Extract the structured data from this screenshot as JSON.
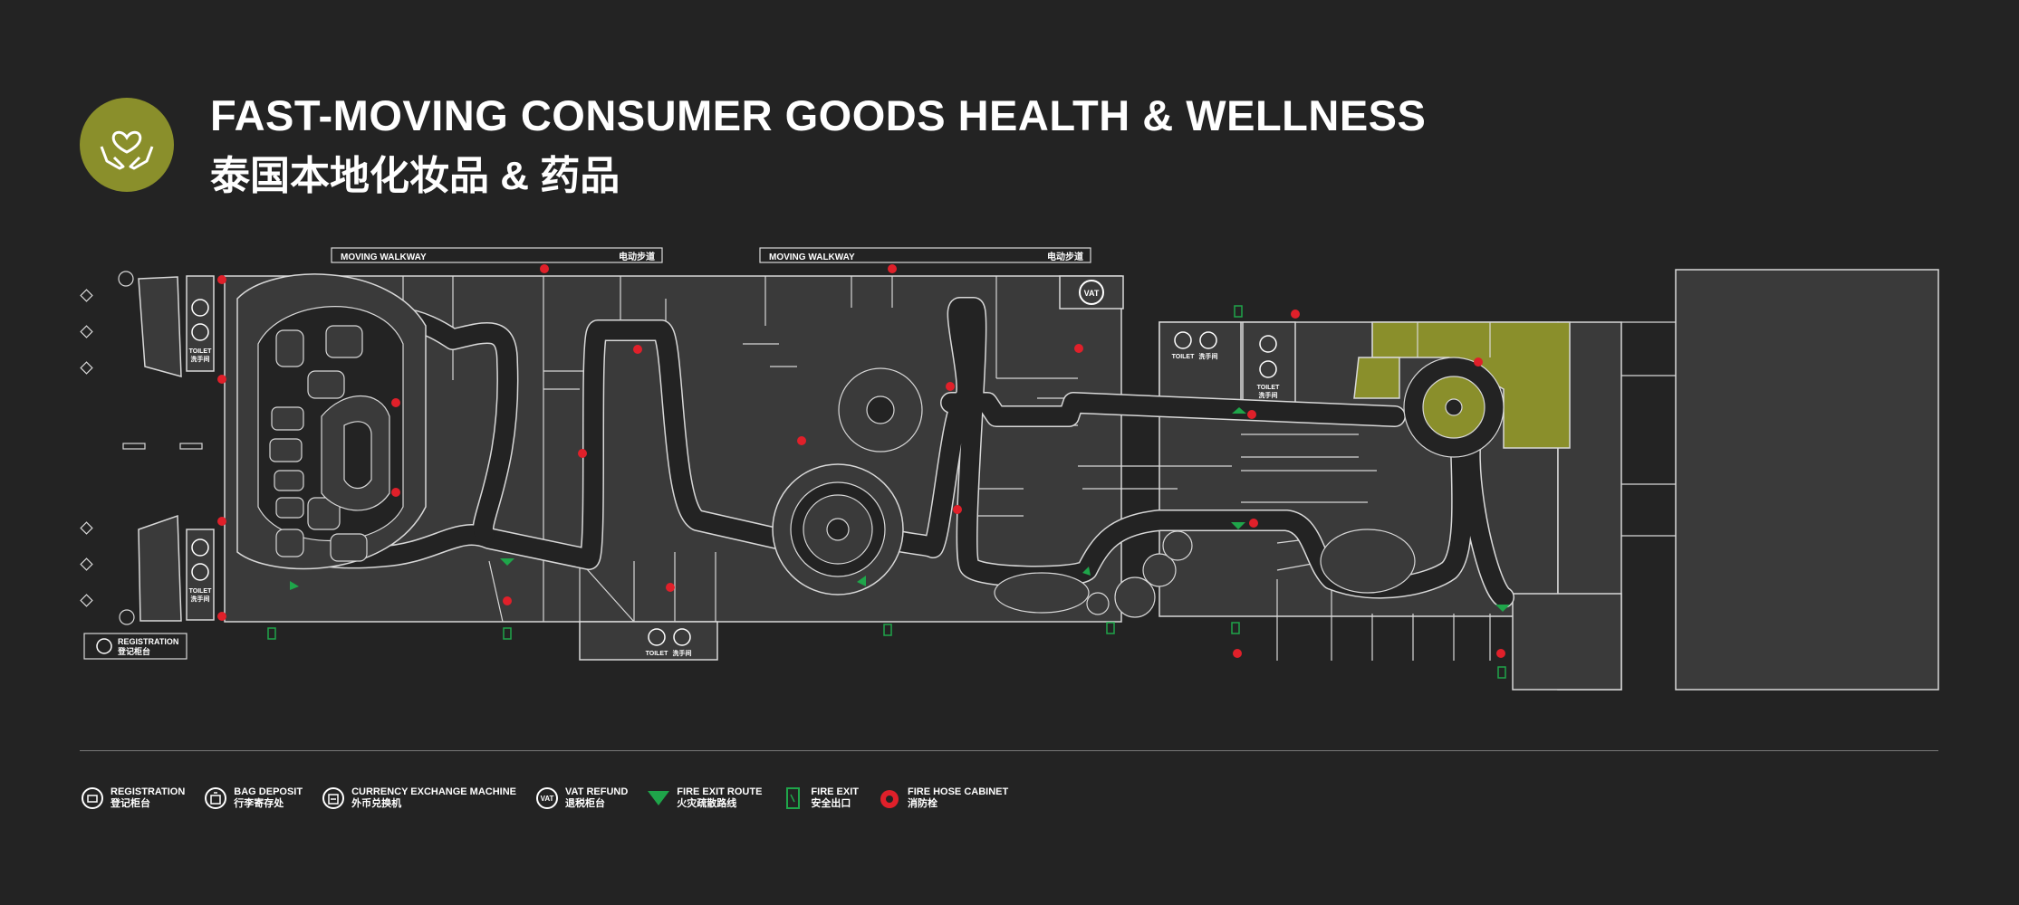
{
  "header": {
    "title_en": "FAST-MOVING CONSUMER GOODS HEALTH & WELLNESS",
    "title_cn": "泰国本地化妆品 & 药品",
    "icon": "heart-hands-icon",
    "accent_color": "#8a8f2b"
  },
  "map": {
    "walkway_1": {
      "en": "MOVING WALKWAY",
      "cn": "电动步道"
    },
    "walkway_2": {
      "en": "MOVING WALKWAY",
      "cn": "电动步道"
    },
    "vat_label": "VAT",
    "toilet_labels": [
      {
        "en": "TOILET",
        "cn": "洗手间"
      },
      {
        "en": "TOILET",
        "cn": "洗手间"
      },
      {
        "en": "TOILET",
        "cn": "洗手间"
      },
      {
        "en": "TOILET",
        "cn": "洗手间"
      },
      {
        "en": "TOILET",
        "cn": "洗手间"
      }
    ],
    "registration": {
      "en": "REGISTRATION",
      "cn": "登记柜台"
    },
    "colors": {
      "booth_fill": "#3a3a3a",
      "aisle": "#222222",
      "outline": "#d8d8d8",
      "highlight": "#8a8f2b",
      "fire_hose": "#e0202a",
      "fire_exit": "#1fa54a"
    }
  },
  "legend": [
    {
      "icon": "registration-icon",
      "en": "REGISTRATION",
      "cn": "登记柜台"
    },
    {
      "icon": "bag-deposit-icon",
      "en": "BAG DEPOSIT",
      "cn": "行李寄存处"
    },
    {
      "icon": "currency-exchange-icon",
      "en": "CURRENCY EXCHANGE MACHINE",
      "cn": "外币兑换机"
    },
    {
      "icon": "vat-refund-icon",
      "en": "VAT REFUND",
      "cn": "退税柜台"
    },
    {
      "icon": "fire-exit-route-icon",
      "en": "FIRE EXIT ROUTE",
      "cn": "火灾疏散路线"
    },
    {
      "icon": "fire-exit-icon",
      "en": "FIRE EXIT",
      "cn": "安全出口"
    },
    {
      "icon": "fire-hose-cabinet-icon",
      "en": "FIRE HOSE CABINET",
      "cn": "消防栓"
    }
  ]
}
